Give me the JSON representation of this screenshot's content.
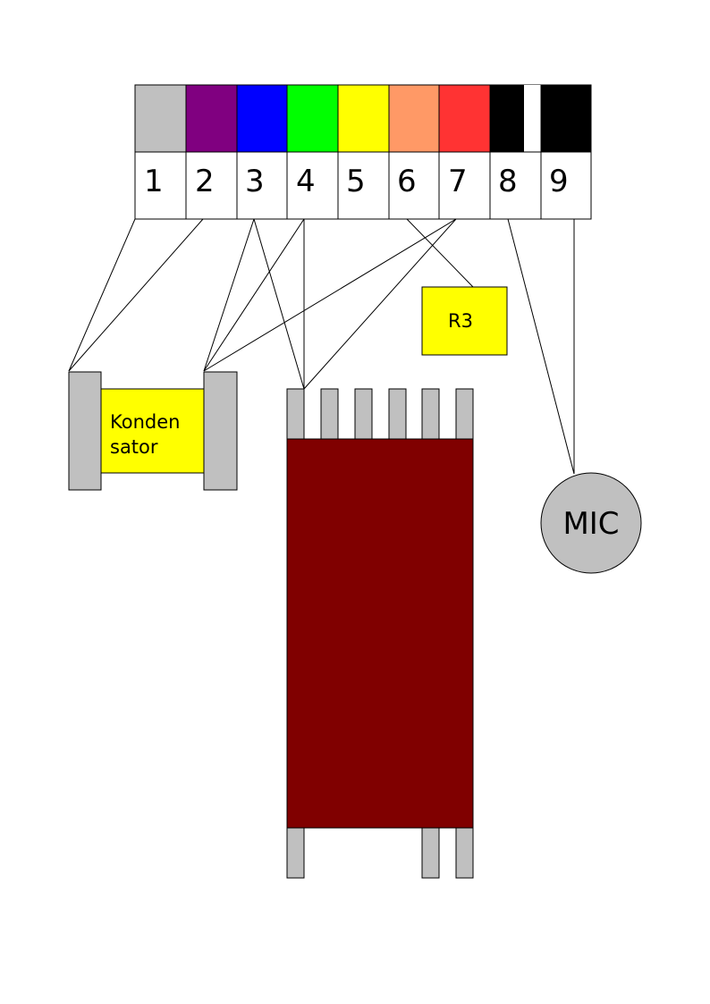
{
  "connector": {
    "pins": [
      {
        "label": "1",
        "color": "#c0c0c0"
      },
      {
        "label": "2",
        "color": "#800080"
      },
      {
        "label": "3",
        "color": "#0000ff"
      },
      {
        "label": "4",
        "color": "#00ff00"
      },
      {
        "label": "5",
        "color": "#ffff00"
      },
      {
        "label": "6",
        "color": "#ff9966"
      },
      {
        "label": "7",
        "color": "#ff3333"
      },
      {
        "label": "8",
        "color": "#000000",
        "stripe": "#ffffff"
      },
      {
        "label": "9",
        "color": "#000000"
      }
    ]
  },
  "resistor": {
    "label": "R3",
    "color": "#ffff00"
  },
  "capacitor": {
    "label_line1": "Konden",
    "label_line2": "sator",
    "body_color": "#ffff00",
    "cap_color": "#c0c0c0"
  },
  "ic": {
    "body_color": "#800000",
    "pin_color": "#c0c0c0"
  },
  "microphone": {
    "label": "MIC",
    "color": "#c0c0c0"
  }
}
